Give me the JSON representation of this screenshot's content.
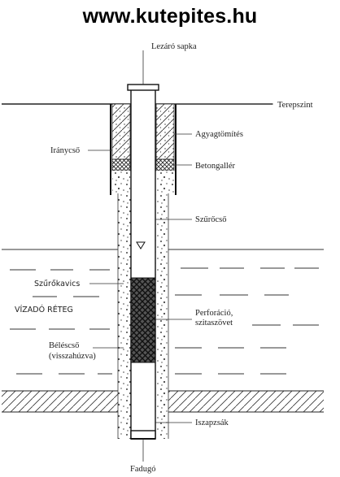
{
  "site": {
    "title": "www.kutepites.hu"
  },
  "labels": {
    "cap": "Lezáró sapka",
    "ground_level": "Terepszint",
    "clay_seal": "Agyagtömítés",
    "guide_pipe": "Iránycső",
    "concrete_collar": "Betongallér",
    "filter_pipe": "Szűrőcső",
    "filter_gravel": "Szűrőkavics",
    "aquifer": "VÍZADÓ RÉTEG",
    "perforation_line1": "Perforáció,",
    "perforation_line2": "szitaszövet",
    "casing_line1": "Béléscső",
    "casing_line2": "(visszahúzva)",
    "sediment_trap": "Iszapzsák",
    "wooden_plug": "Fadugó"
  }
}
